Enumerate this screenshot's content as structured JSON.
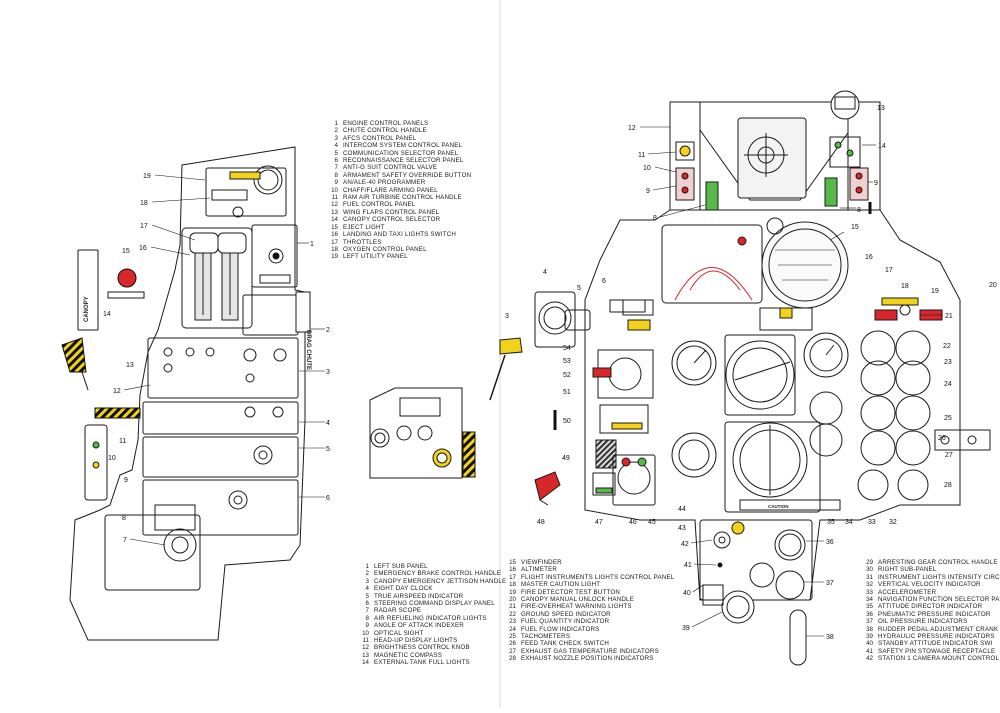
{
  "left_page": {
    "legend_top": [
      {
        "n": "1",
        "t": "ENGINE CONTROL PANELS"
      },
      {
        "n": "2",
        "t": "CHUTE CONTROL HANDLE"
      },
      {
        "n": "3",
        "t": "AFCS CONTROL PANEL"
      },
      {
        "n": "4",
        "t": "INTERCOM SYSTEM CONTROL PANEL"
      },
      {
        "n": "5",
        "t": "COMMUNICATION SELECTOR PANEL"
      },
      {
        "n": "6",
        "t": "RECONNAISSANCE SELECTOR PANEL"
      },
      {
        "n": "7",
        "t": "ANTI-G SUIT CONTROL VALVE"
      },
      {
        "n": "8",
        "t": "ARMAMENT SAFETY OVERRIDE BUTTON"
      },
      {
        "n": "9",
        "t": "AN/ALE-40 PROGRAMMER"
      },
      {
        "n": "10",
        "t": "CHAFF/FLARE ARMING PANEL"
      },
      {
        "n": "11",
        "t": "RAM AIR TURBINE CONTROL HANDLE"
      },
      {
        "n": "12",
        "t": "FUEL CONTROL PANEL"
      },
      {
        "n": "13",
        "t": "WING FLAPS CONTROL PANEL"
      },
      {
        "n": "14",
        "t": "CANOPY CONTROL SELECTOR"
      },
      {
        "n": "15",
        "t": "EJECT LIGHT"
      },
      {
        "n": "16",
        "t": "LANDING AND TAXI LIGHTS SWITCH"
      },
      {
        "n": "17",
        "t": "THROTTLES"
      },
      {
        "n": "18",
        "t": "OXYGEN CONTROL PANEL"
      },
      {
        "n": "19",
        "t": "LEFT UTILITY PANEL"
      }
    ],
    "legend_bottom": [
      {
        "n": "1",
        "t": "LEFT SUB PANEL"
      },
      {
        "n": "2",
        "t": "EMERGENCY BRAKE CONTROL HANDLE"
      },
      {
        "n": "3",
        "t": "CANOPY EMERGENCY JETTISON HANDLE"
      },
      {
        "n": "4",
        "t": "EIGHT DAY CLOCK"
      },
      {
        "n": "5",
        "t": "TRUE AIRSPEED INDICATOR"
      },
      {
        "n": "6",
        "t": "STEERING COMMAND DISPLAY PANEL"
      },
      {
        "n": "7",
        "t": "RADAR SCOPE"
      },
      {
        "n": "8",
        "t": "AIR REFUELING INDICATOR LIGHTS"
      },
      {
        "n": "9",
        "t": "ANGLE OF ATTACK INDEXER"
      },
      {
        "n": "10",
        "t": "OPTICAL SIGHT"
      },
      {
        "n": "11",
        "t": "HEAD-UP DISPLAY LIGHTS"
      },
      {
        "n": "12",
        "t": "BRIGHTNESS CONTROL KNOB"
      },
      {
        "n": "13",
        "t": "MAGNETIC COMPASS"
      },
      {
        "n": "14",
        "t": "EXTERNAL TANK FULL LIGHTS"
      }
    ],
    "labels": {
      "canopy": "CANOPY",
      "drag_chute": "DRAG CHUTE"
    }
  },
  "right_page": {
    "legend_col1": [
      {
        "n": "15",
        "t": "VIEWFINDER"
      },
      {
        "n": "16",
        "t": "ALTIMETER"
      },
      {
        "n": "17",
        "t": "FLIGHT INSTRUMENTS LIGHTS CONTROL PANEL"
      },
      {
        "n": "18",
        "t": "MASTER CAUTION LIGHT"
      },
      {
        "n": "19",
        "t": "FIRE DETECTOR TEST BUTTON"
      },
      {
        "n": "20",
        "t": "CANOPY MANUAL UNLOCK HANDLE"
      },
      {
        "n": "21",
        "t": "FIRE-OVERHEAT WARNING LIGHTS"
      },
      {
        "n": "22",
        "t": "GROUND SPEED INDICATOR"
      },
      {
        "n": "23",
        "t": "FUEL QUANTITY INDICATOR"
      },
      {
        "n": "24",
        "t": "FUEL FLOW INDICATORS"
      },
      {
        "n": "25",
        "t": "TACHOMETERS"
      },
      {
        "n": "26",
        "t": "FEED TANK CHECK SWITCH"
      },
      {
        "n": "27",
        "t": "EXHAUST GAS TEMPERATURE INDICATORS"
      },
      {
        "n": "28",
        "t": "EXHAUST NOZZLE POSITION INDICATORS"
      }
    ],
    "legend_col2": [
      {
        "n": "29",
        "t": "ARRESTING GEAR CONTROL HANDLE"
      },
      {
        "n": "30",
        "t": "RIGHT SUB-PANEL"
      },
      {
        "n": "31",
        "t": "INSTRUMENT LIGHTS INTENSITY CIRC"
      },
      {
        "n": "32",
        "t": "VERTICAL VELOCITY INDICATOR"
      },
      {
        "n": "33",
        "t": "ACCELEROMETER"
      },
      {
        "n": "34",
        "t": "NAVIGATION FUNCTION SELECTOR PA"
      },
      {
        "n": "35",
        "t": "ATTITUDE DIRECTOR INDICATOR"
      },
      {
        "n": "36",
        "t": "PNEUMATIC PRESSURE INDICATOR"
      },
      {
        "n": "37",
        "t": "OIL PRESSURE INDICATORS"
      },
      {
        "n": "38",
        "t": "RUDDER PEDAL ADJUSTMENT CRANK"
      },
      {
        "n": "39",
        "t": "HYDRAULIC PRESSURE INDICATORS"
      },
      {
        "n": "40",
        "t": "STANDBY ATTITUDE INDICATOR SWI"
      },
      {
        "n": "41",
        "t": "SAFETY PIN STOWAGE RECEPTACLE"
      },
      {
        "n": "42",
        "t": "STATION 1 CAMERA MOUNT CONTROL"
      }
    ],
    "labels": {
      "caution": "CAUTION"
    }
  },
  "colors": {
    "yellow": "#f2d21b",
    "red": "#d8262a",
    "green": "#57b94a",
    "line": "#1a1a1a",
    "gray": "#c9c9c9"
  }
}
